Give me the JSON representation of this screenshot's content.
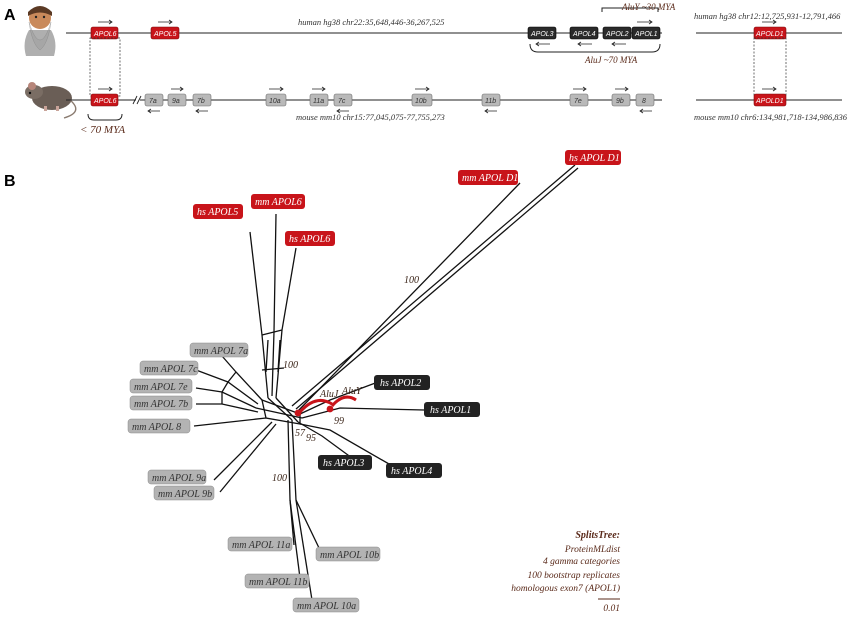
{
  "panel_a": {
    "label": "A",
    "human_coords": "human hg38 chr22:35,648,446-36,267,525",
    "mouse_coords": "mouse mm10 chr15:77,045,075-77,755,273",
    "human_d1_coords": "human hg38 chr12:12,725,931-12,791,466",
    "mouse_d1_coords": "mouse mm10 chr6:134,981,718-134,986,836",
    "human_genes": [
      "APOL6",
      "APOL5",
      "APOL3",
      "APOL4",
      "APOL2",
      "APOL1"
    ],
    "human_d1_gene": "APOLD1",
    "mouse_genes": [
      "APOL6",
      "7a",
      "9a",
      "7b",
      "10a",
      "11a",
      "7c",
      "10b",
      "11b",
      "7e",
      "9b",
      "8"
    ],
    "mouse_d1_gene": "APOLD1",
    "aluy_note": "AluY ~30 MYA",
    "alu_note": "AluJ ~70 MYA",
    "mya_note": "< 70 MYA"
  },
  "panel_b": {
    "label": "B",
    "taxa": {
      "hs_apold1": "hs APOL D1",
      "mm_apold1": "mm APOL D1",
      "mm_apol6": "mm APOL6",
      "hs_apol5": "hs APOL5",
      "hs_apol6": "hs APOL6",
      "mm_apol7a": "mm APOL 7a",
      "mm_apol7c": "mm APOL 7c",
      "mm_apol7e": "mm APOL 7e",
      "mm_apol7b": "mm APOL 7b",
      "mm_apol8": "mm APOL 8",
      "mm_apol9a": "mm APOL 9a",
      "mm_apol9b": "mm APOL 9b",
      "mm_apol11a": "mm APOL 11a",
      "mm_apol10b": "mm APOL 10b",
      "mm_apol11b": "mm APOL 11b",
      "mm_apol10a": "mm APOL 10a",
      "hs_apol2": "hs APOL2",
      "hs_apol1": "hs APOL1",
      "hs_apol3": "hs APOL3",
      "hs_apol4": "hs APOL4"
    },
    "bootstrap": {
      "b100_top": "100",
      "b100_mid": "100",
      "b100_low": "100",
      "b99": "99",
      "b95": "95",
      "b57": "57"
    },
    "alu_labels": {
      "aluj": "AluJ",
      "aluy": "AluY"
    },
    "legend": {
      "title": "SplitsTree:",
      "line1": "ProteinMLdist",
      "line2": "4 gamma categories",
      "line3": "100 bootstrap replicates",
      "line4": "homologous exon7 (APOL1)",
      "scale": "0.01"
    },
    "colors": {
      "human_apol1_clade": "#222222",
      "apol6_apold1": "#c8141a",
      "mouse_expansion": "#b3b3b3"
    }
  }
}
